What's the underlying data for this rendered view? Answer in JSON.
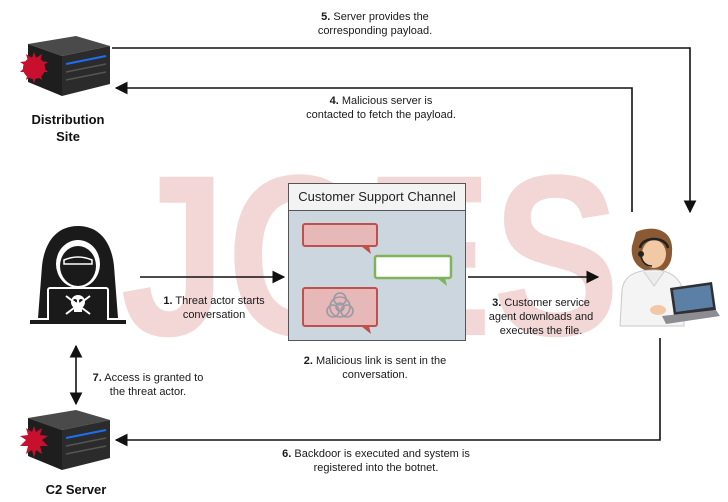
{
  "watermark": "JCES",
  "nodes": {
    "distribution": {
      "title": "Distribution Site"
    },
    "c2": {
      "title": "C2 Server"
    },
    "channel": {
      "title": "Customer Support Channel"
    }
  },
  "steps": [
    {
      "num": "1.",
      "text": "Threat actor starts conversation"
    },
    {
      "num": "2.",
      "text": "Malicious link is sent in the conversation."
    },
    {
      "num": "3.",
      "text": "Customer service agent downloads and executes the file."
    },
    {
      "num": "4.",
      "text": "Malicious server is contacted to fetch the payload."
    },
    {
      "num": "5.",
      "text": "Server provides the corresponding payload."
    },
    {
      "num": "6.",
      "text": "Backdoor is executed and system is registered into the botnet."
    },
    {
      "num": "7.",
      "text": "Access is granted to the threat actor."
    }
  ],
  "colors": {
    "watermark": "#e9b7b7",
    "arrow": "#111111",
    "bubble_red": "#c0504d",
    "bubble_green": "#7fb35a",
    "channel_bg": "#cbd6df"
  },
  "icons": {
    "distribution": "server-virus-icon",
    "c2": "server-virus-icon",
    "actor": "hacker-icon",
    "agent": "support-agent-icon",
    "biohazard": "biohazard-icon"
  }
}
